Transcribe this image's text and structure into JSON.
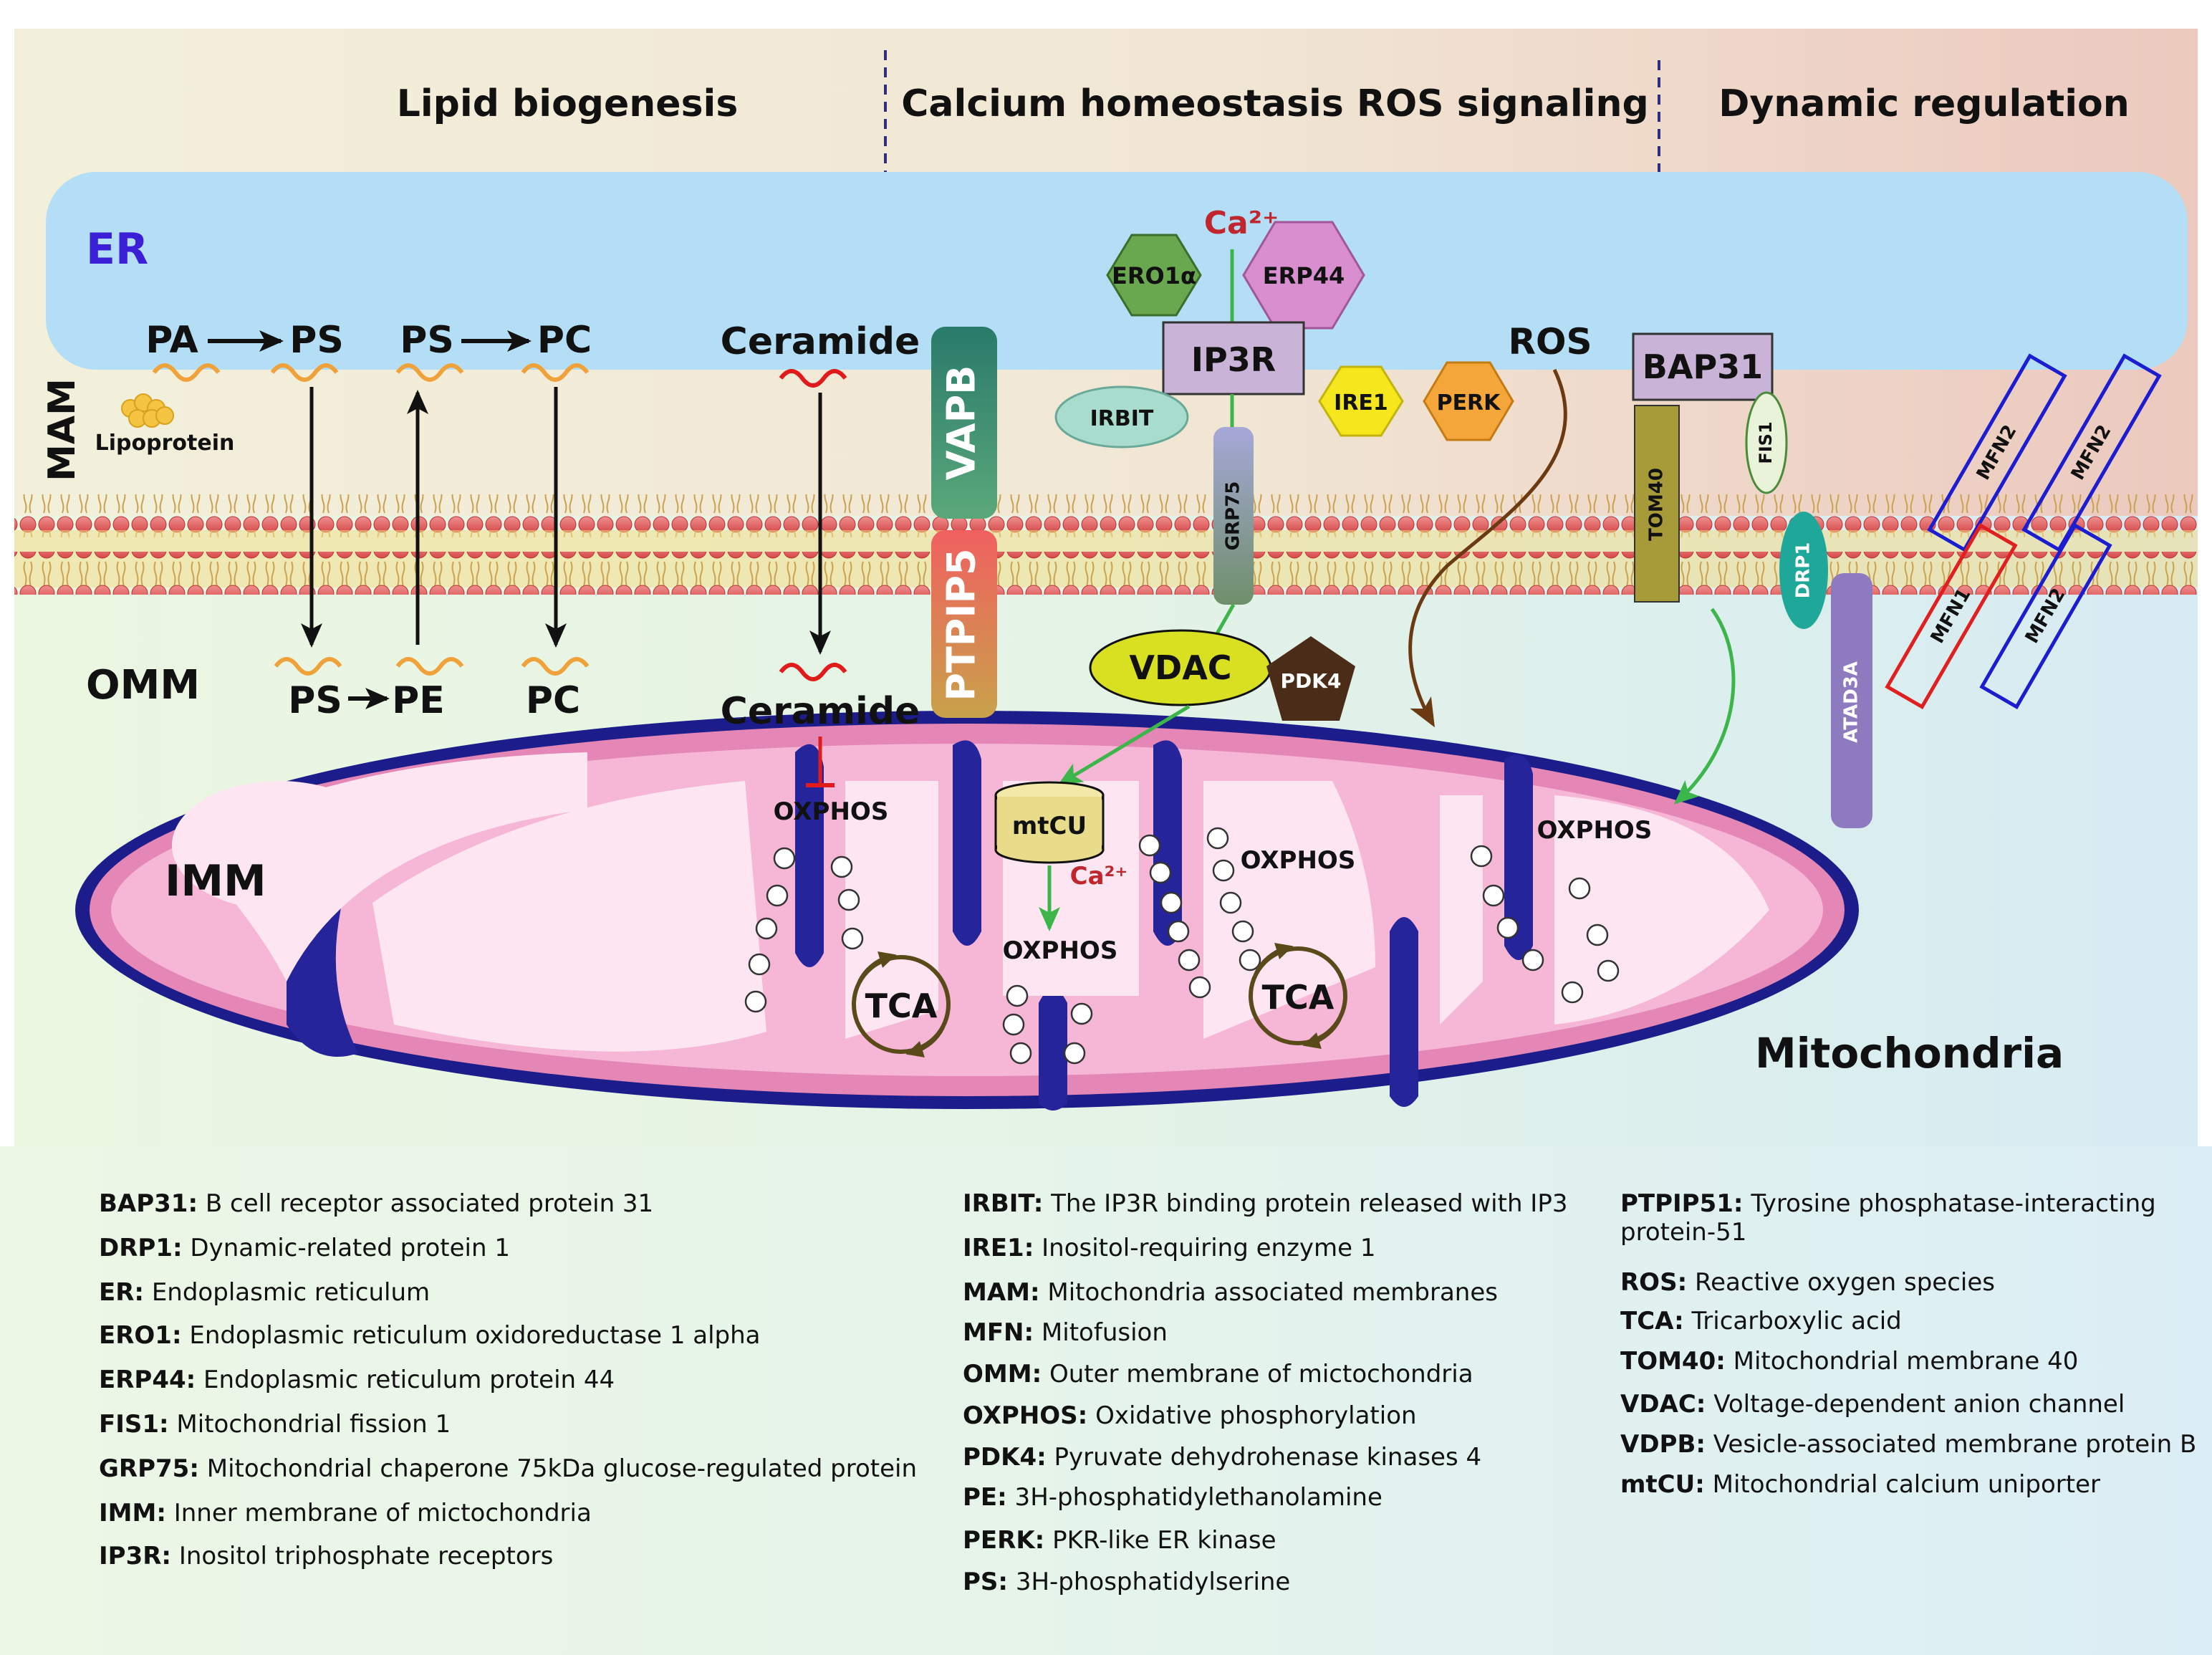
{
  "sections": {
    "lipid": "Lipid biogenesis",
    "calcium": "Calcium homeostasis ROS signaling",
    "dynamic": "Dynamic regulation"
  },
  "regions": {
    "er": "ER",
    "mam": "MAM",
    "omm": "OMM",
    "imm": "IMM",
    "mitochondria": "Mitochondria"
  },
  "lipids": {
    "pa": "PA",
    "ps_top": "PS",
    "ps_top2": "PS",
    "pc_top": "PC",
    "lipoprotein": "Lipoprotein",
    "ps_bottom": "PS",
    "pe": "PE",
    "pc_bottom": "PC",
    "ceramide_top": "Ceramide",
    "ceramide_bottom": "Ceramide"
  },
  "proteins": {
    "vapb": "VAPB",
    "ptpip5": "PTPIP5",
    "ero1a": "ERO1α",
    "erp44": "ERP44",
    "ca_top": "Ca²⁺",
    "ip3r": "IP3R",
    "irbit": "IRBIT",
    "grp75": "GRP75",
    "ire1": "IRE1",
    "perk": "PERK",
    "ros": "ROS",
    "vdac": "VDAC",
    "pdk4": "PDK4",
    "mtcu": "mtCU",
    "ca_inner": "Ca²⁺",
    "bap31": "BAP31",
    "tom40": "TOM40",
    "fis1": "FIS1",
    "drp1": "DRP1",
    "atad3a": "ATAD3A",
    "mfn2_a": "MFN2",
    "mfn2_b": "MFN2",
    "mfn1": "MFN1",
    "mfn2_c": "MFN2"
  },
  "processes": {
    "oxphos_1": "OXPHOS",
    "oxphos_2": "OXPHOS",
    "oxphos_3": "OXPHOS",
    "oxphos_4": "OXPHOS",
    "tca_1": "TCA",
    "tca_2": "TCA"
  },
  "colors": {
    "er": "#b3def5",
    "mam_bg": "#efead3",
    "membrane_head": "#e36a6a",
    "membrane_tail": "#f2d27a",
    "omm_dark": "#2e2b8f",
    "imm_pink": "#e487b6",
    "matrix": "#fde6f2",
    "vapb": "#2e8b6e",
    "ptpip5": "#e35a5a",
    "ero1a": "#6aa84f",
    "erp44": "#d98ed0",
    "ip3r": "#c9b3d6",
    "irbit": "#a8dccd",
    "grp75": "#8e97c8",
    "ire1": "#f5e61e",
    "perk": "#f4a63a",
    "vdac": "#d9e021",
    "pdk4": "#4a2c18",
    "mtcu": "#e8dc8a",
    "bap31": "#c9b3d6",
    "tom40": "#a79a39",
    "fis1": "#e9f3d9",
    "drp1": "#1fa89a",
    "atad3a": "#8e7bbf",
    "mfn1": "#e02020",
    "mfn2": "#1c1cd0",
    "ca_text": "#c0262d",
    "ceramide": "#e01b1b",
    "lipid": "#f0a23a"
  },
  "glossary": {
    "col1": [
      {
        "term": "BAP31:",
        "def": "B cell receptor associated protein 31"
      },
      {
        "term": "DRP1:",
        "def": "Dynamic-related protein 1"
      },
      {
        "term": "ER:",
        "def": "Endoplasmic reticulum"
      },
      {
        "term": "ERO1:",
        "def": "Endoplasmic reticulum oxidoreductase 1 alpha"
      },
      {
        "term": "ERP44:",
        "def": "Endoplasmic reticulum protein 44"
      },
      {
        "term": "FIS1:",
        "def": "Mitochondrial fission 1"
      },
      {
        "term": "GRP75:",
        "def": "Mitochondrial chaperone 75kDa glucose-regulated protein"
      },
      {
        "term": "IMM:",
        "def": "Inner membrane of mictochondria"
      },
      {
        "term": "IP3R:",
        "def": "Inositol triphosphate receptors"
      }
    ],
    "col2": [
      {
        "term": "IRBIT:",
        "def": "The IP3R binding protein released with IP3"
      },
      {
        "term": "IRE1:",
        "def": "Inositol-requiring enzyme 1"
      },
      {
        "term": "MAM:",
        "def": "Mitochondria associated membranes"
      },
      {
        "term": "MFN:",
        "def": "Mitofusion"
      },
      {
        "term": "OMM:",
        "def": "Outer membrane of mictochondria"
      },
      {
        "term": "OXPHOS:",
        "def": "Oxidative phosphorylation"
      },
      {
        "term": "PDK4:",
        "def": "Pyruvate dehydrohenase kinases 4"
      },
      {
        "term": "PE:",
        "def": "3H-phosphatidylethanolamine"
      },
      {
        "term": "PERK:",
        "def": "PKR-like ER kinase"
      },
      {
        "term": "PS:",
        "def": "3H-phosphatidylserine"
      }
    ],
    "col3": [
      {
        "term": "PTPIP51:",
        "def": "Tyrosine phosphatase-interacting protein-51"
      },
      {
        "term": "ROS:",
        "def": "Reactive oxygen species"
      },
      {
        "term": "TCA:",
        "def": "Tricarboxylic acid"
      },
      {
        "term": "TOM40:",
        "def": "Mitochondrial membrane 40"
      },
      {
        "term": "VDAC:",
        "def": "Voltage-dependent anion channel"
      },
      {
        "term": "VDPB:",
        "def": "Vesicle-associated membrane protein B"
      },
      {
        "term": "mtCU:",
        "def": "Mitochondrial calcium uniporter"
      }
    ]
  }
}
